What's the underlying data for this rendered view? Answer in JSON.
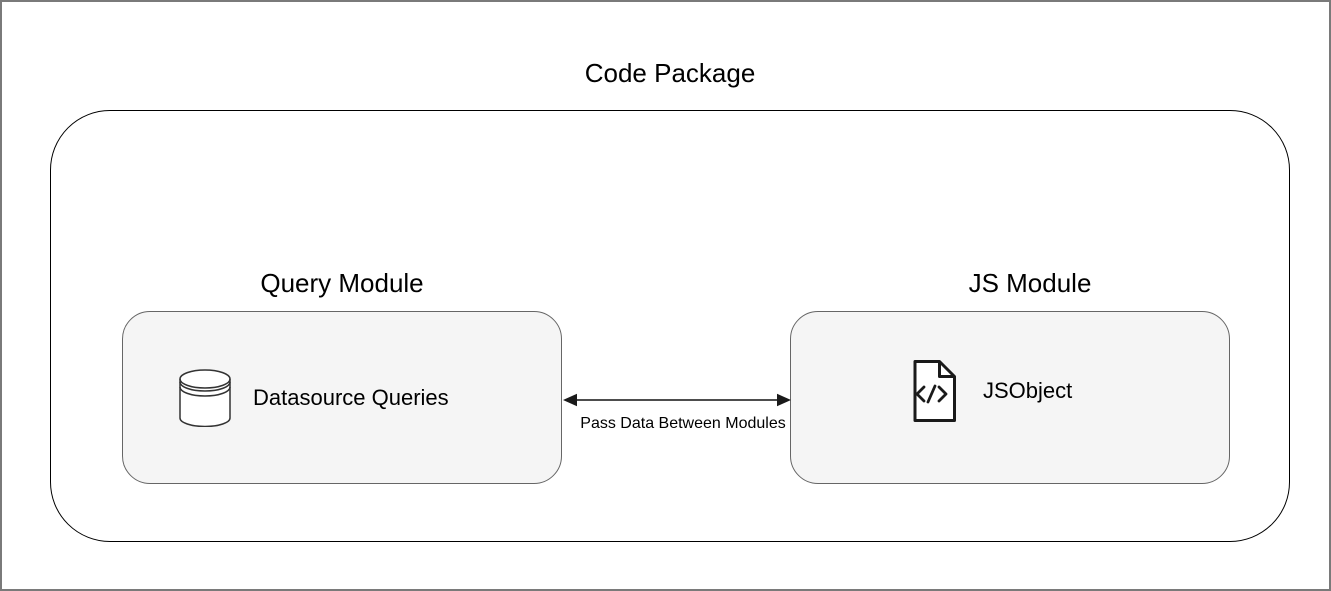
{
  "diagram": {
    "container_label": "Code Package",
    "modules": [
      {
        "label": "Query Module",
        "box": {
          "item_label": "Datasource Queries",
          "icon": "database-icon"
        }
      },
      {
        "label": "JS Module",
        "box": {
          "item_label": "JSObject",
          "icon": "code-file-icon"
        }
      }
    ],
    "connector": {
      "label": "Pass Data Between Modules",
      "type": "bidirectional"
    }
  },
  "colors": {
    "frame_border": "#7a7a7a",
    "container_border": "#000000",
    "module_box_fill": "#f5f5f5",
    "module_box_border": "#666666",
    "arrow_line": "#4d4d4d",
    "arrow_head": "#1a1a1a",
    "icon_stroke": "#1a1a1a",
    "text": "#000000"
  }
}
